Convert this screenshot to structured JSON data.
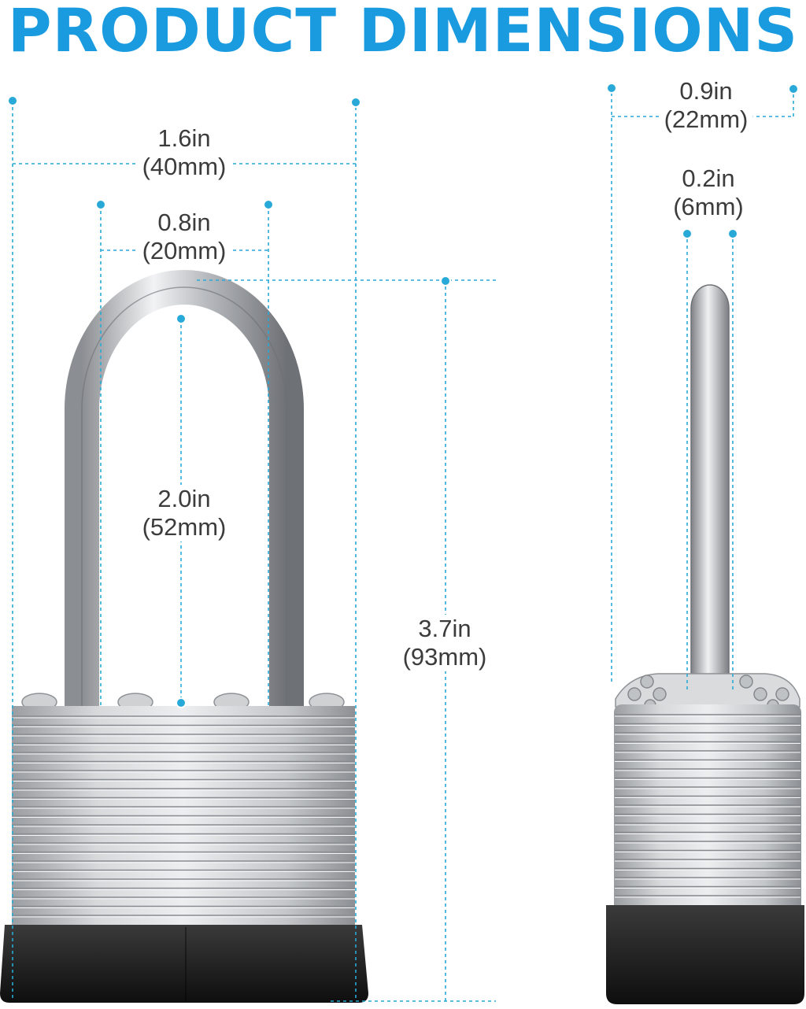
{
  "title": "PRODUCT DIMENSIONS",
  "colors": {
    "title": "#1a9be0",
    "dimension_line": "#29a9d8",
    "label_text": "#3c3c3c",
    "steel": "#c8cacc",
    "base": "#1c1c1c"
  },
  "dimensions": {
    "body_width": {
      "inch": "1.6in",
      "mm": "(40mm)"
    },
    "shackle_gap": {
      "inch": "0.8in",
      "mm": "(20mm)"
    },
    "shackle_clearance": {
      "inch": "2.0in",
      "mm": "(52mm)"
    },
    "total_height": {
      "inch": "3.7in",
      "mm": "(93mm)"
    },
    "body_depth": {
      "inch": "0.9in",
      "mm": "(22mm)"
    },
    "shackle_diameter": {
      "inch": "0.2in",
      "mm": "(6mm)"
    }
  },
  "icons": {
    "front_view": "padlock-front-icon",
    "side_view": "padlock-side-icon"
  }
}
